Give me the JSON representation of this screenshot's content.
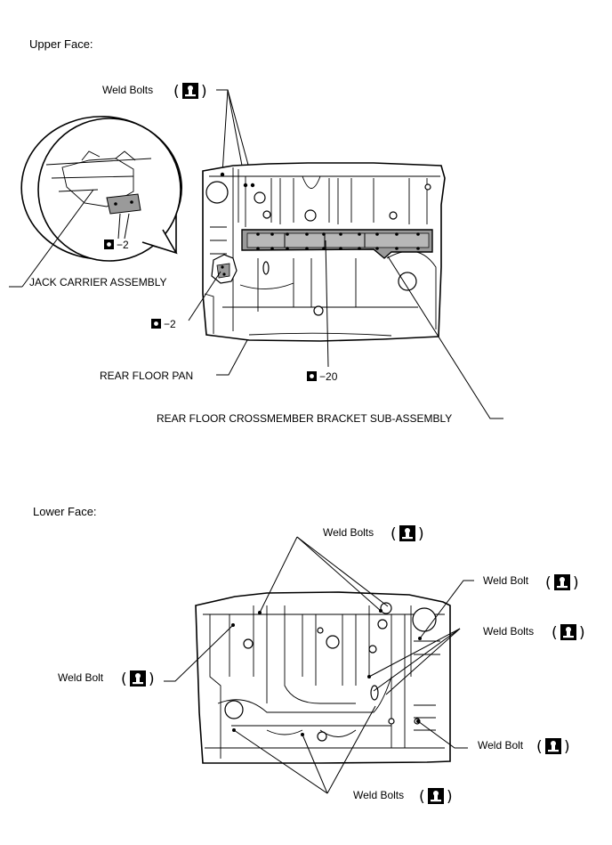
{
  "upper": {
    "heading": "Upper Face:",
    "weld_bolts_label": "Weld Bolts",
    "jack_carrier_label": "JACK CARRIER ASSEMBLY",
    "rear_floor_pan_label": "REAR FLOOR PAN",
    "crossmember_label": "REAR FLOOR CROSSMEMBER BRACKET SUB-ASSEMBLY",
    "detail_count": "2",
    "left_count": "2",
    "crossmember_count": "20",
    "count_prefix": "−"
  },
  "lower": {
    "heading": "Lower Face:",
    "weld_bolts_top_label": "Weld Bolts",
    "weld_bolt_right_top_label": "Weld Bolt",
    "weld_bolts_right_label": "Weld Bolts",
    "weld_bolt_left_label": "Weld Bolt",
    "weld_bolt_right_bottom_label": "Weld Bolt",
    "weld_bolts_bottom_label": "Weld Bolts"
  },
  "icons": {
    "spot_weld": "spot-weld-icon",
    "weld_bolt_symbol": "weld-bolt-symbol-icon"
  }
}
